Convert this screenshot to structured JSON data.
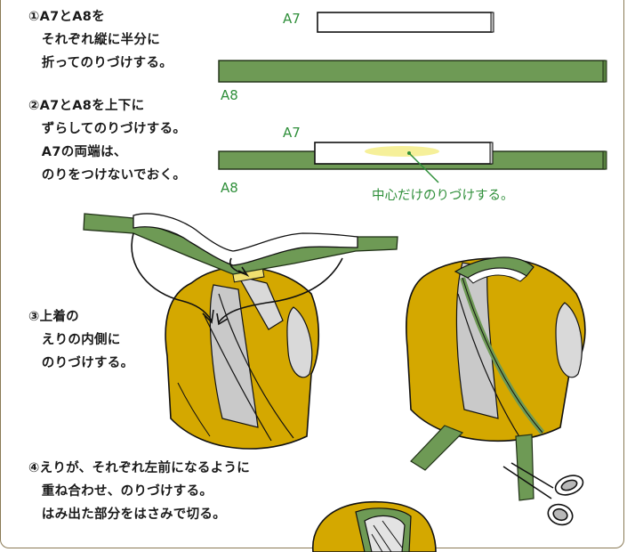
{
  "steps": {
    "step1": "①A7とA8を\n　それぞれ縦に半分に\n　折ってのりづけする。",
    "step2": "②A7とA8を上下に\n　ずらしてのりづけする。\n　A7の両端は、\n　のりをつけないでおく。",
    "step3": "③上着の\n　えりの内側に\n　のりづけする。",
    "step4": "④えりが、それぞれ左前になるように\n　重ね合わせ、のりづけする。\n　はみ出た部分をはさみで切る。"
  },
  "labels": {
    "a7_top": "A7",
    "a8_top": "A8",
    "a7_mid": "A7",
    "a8_mid": "A8",
    "glue_note": "中心だけのりづけする。"
  },
  "colors": {
    "green": "#6e9a55",
    "mustard": "#d4a800",
    "label_green": "#2f8f3a"
  }
}
